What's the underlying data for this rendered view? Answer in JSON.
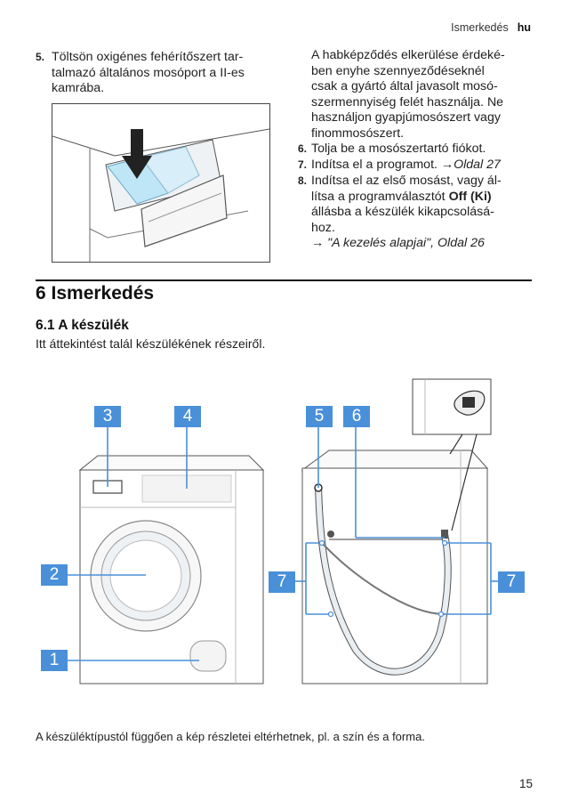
{
  "header": {
    "section": "Ismerkedés",
    "lang": "hu"
  },
  "left_step": {
    "num": "5.",
    "lines": [
      "Töltsön oxigénes fehérítőszert tar-",
      "talmazó általános mosóport a II-es",
      "kamrába."
    ]
  },
  "right_note": [
    "A habképződés elkerülése érdeké-",
    "ben enyhe szennyeződéseknél",
    "csak a gyártó által javasolt mosó-",
    "szermennyiség felét használja. Ne",
    "használjon gyapjúmosószert vagy",
    "finommosószert."
  ],
  "steps": [
    {
      "num": "6.",
      "text": "Tolja be a mosószertartó fiókot."
    },
    {
      "num": "7.",
      "text": "Indítsa el a programot. ",
      "ref": "→Oldal 27"
    },
    {
      "num": "8.",
      "line1": "Indítsa el az első mosást, vagy ál-",
      "line2a": "lítsa a programválasztót ",
      "line2b": "Off (Ki)",
      "line3": "állásba a készülék kikapcsolásá-",
      "line4": "hoz.",
      "ref": "→ \"A kezelés alapjai\", Oldal 26"
    }
  ],
  "chapter": {
    "title": "6  Ismerkedés"
  },
  "section": {
    "title": "6.1  A készülék",
    "intro": "Itt áttekintést talál készülékének részeiről."
  },
  "badges": {
    "b1": "1",
    "b2": "2",
    "b3": "3",
    "b4": "4",
    "b5": "5",
    "b6": "6",
    "b7": "7"
  },
  "caption": "A készüléktípustól függően a kép részletei eltérhetnek, pl. a szín és a forma.",
  "page_number": "15",
  "colors": {
    "badge": "#4a90d9",
    "line": "#4a90d9",
    "panel": "#bfe6f7"
  },
  "icons": [
    "down-arrow-icon",
    "washing-machine-front",
    "washing-machine-back",
    "hose-clip-detail"
  ]
}
